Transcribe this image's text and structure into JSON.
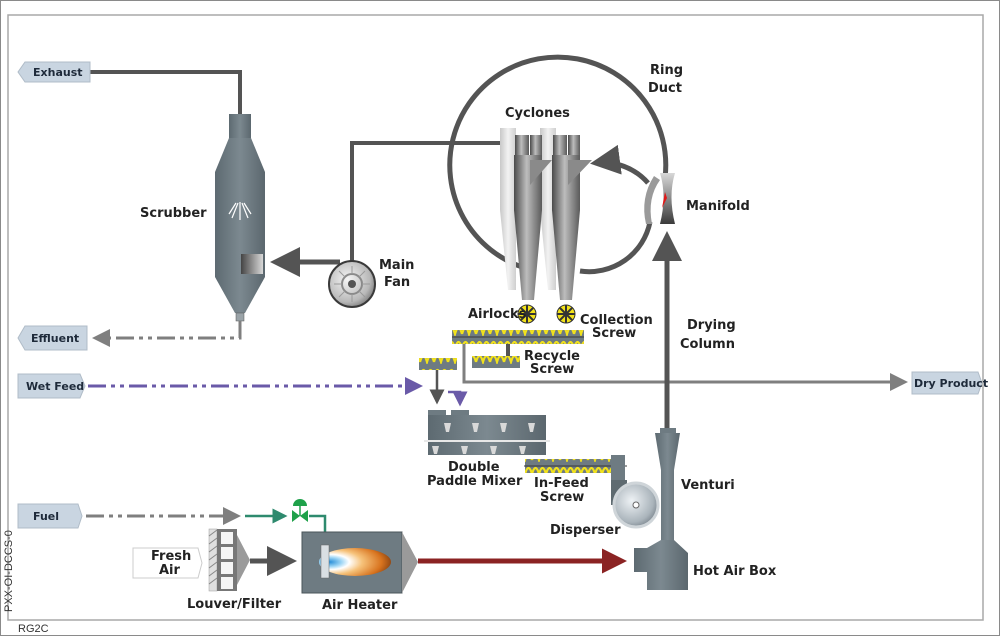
{
  "diagram": {
    "frame_code_vertical": "PXX-OI-DCCS-0",
    "frame_code_bottom": "RG2C",
    "inputs_outputs": {
      "exhaust": "Exhaust",
      "effluent": "Effluent",
      "wet_feed": "Wet Feed",
      "fuel": "Fuel",
      "fresh_air": [
        "Fresh",
        "Air"
      ],
      "dry_product": "Dry Product"
    },
    "equipment": {
      "scrubber": "Scrubber",
      "main_fan": [
        "Main",
        "Fan"
      ],
      "cyclones": "Cyclones",
      "ring_duct": [
        "Ring",
        "Duct"
      ],
      "manifold": "Manifold",
      "airlocks": "Airlocks",
      "collection_screw": [
        "Collection",
        "Screw"
      ],
      "recycle_screw": [
        "Recycle",
        "Screw"
      ],
      "drying_column": [
        "Drying",
        "Column"
      ],
      "double_paddle_mixer": [
        "Double",
        "Paddle Mixer"
      ],
      "in_feed_screw": [
        "In-Feed",
        "Screw"
      ],
      "venturi": "Venturi",
      "disperser": "Disperser",
      "hot_air_box": "Hot Air Box",
      "louver_filter": "Louver/Filter",
      "air_heater": "Air Heater"
    },
    "colors": {
      "duct": "#545454",
      "product_line": "#7f7f7f",
      "wet_feed_line": "#6a5aa8",
      "fuel_line": "#2e8a6e",
      "hot_air_line": "#8b2323",
      "tag_fill": "#c9d5e1",
      "equipment": "#6e7b82",
      "screw_flight": "#f2e21b"
    }
  }
}
